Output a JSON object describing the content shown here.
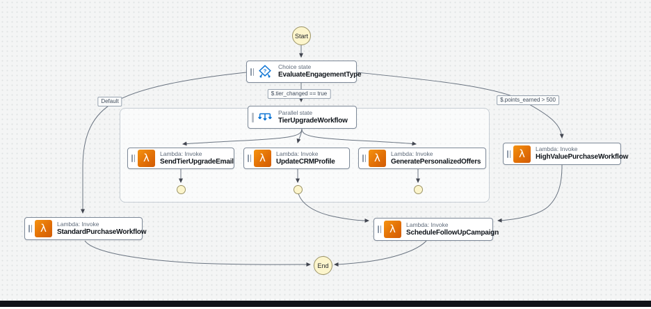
{
  "diagram": {
    "terminals": {
      "start": "Start",
      "end": "End"
    },
    "states": {
      "choice": {
        "type_label": "Choice state",
        "name": "EvaluateEngagementType"
      },
      "parallel": {
        "type_label": "Parallel state",
        "name": "TierUpgradeWorkflow"
      },
      "send_tier_upgrade_email": {
        "type_label": "Lambda: Invoke",
        "name": "SendTierUpgradeEmail"
      },
      "update_crm_profile": {
        "type_label": "Lambda: Invoke",
        "name": "UpdateCRMProfile"
      },
      "generate_personalized_offers": {
        "type_label": "Lambda: Invoke",
        "name": "GeneratePersonalizedOffers"
      },
      "high_value_purchase_workflow": {
        "type_label": "Lambda: Invoke",
        "name": "HighValuePurchaseWorkflow"
      },
      "standard_purchase_workflow": {
        "type_label": "Lambda: Invoke",
        "name": "StandardPurchaseWorkflow"
      },
      "schedule_follow_up_campaign": {
        "type_label": "Lambda: Invoke",
        "name": "ScheduleFollowUpCampaign"
      }
    },
    "edge_labels": {
      "tier_changed": "$.tier_changed == true",
      "points_earned": "$.points_earned > 500",
      "default_branch": "Default"
    },
    "icons": {
      "lambda_glyph": "λ"
    },
    "colors": {
      "lambda_orange": "#ED7100",
      "state_blue": "#0972d3",
      "edge_gray": "#545b64",
      "terminal_fill": "#FCF5CC"
    }
  }
}
